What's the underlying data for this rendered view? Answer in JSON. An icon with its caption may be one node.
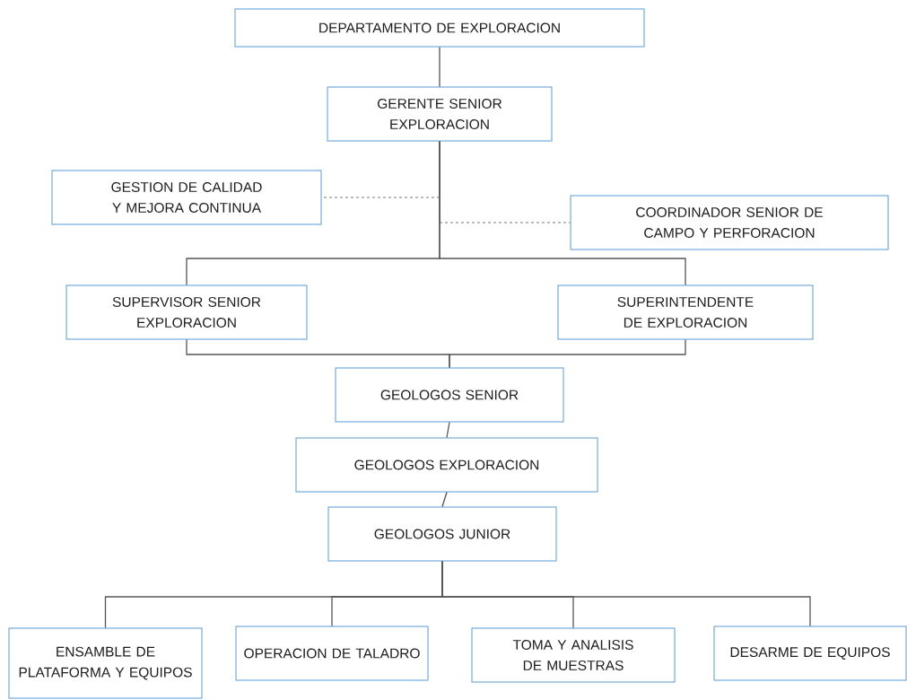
{
  "diagram": {
    "nodes": [
      {
        "text": [
          "DEPARTAMENTO DE EXPLORACION"
        ]
      },
      {
        "text": [
          "GERENTE SENIOR EXPLORACION"
        ]
      },
      {
        "text": [
          "GESTION DE CALIDAD Y MEJORA CONTINUA"
        ]
      },
      {
        "text": [
          "COORDINADOR SENIOR DE CAMPO Y PERFORACION"
        ]
      },
      {
        "text": [
          "SUPERVISOR SENIOR EXPLORACION"
        ]
      },
      {
        "text": [
          "SUPERINTENDENTE DE EXPLORACION"
        ]
      },
      {
        "text": [
          "GEOLOGOS SENIOR"
        ]
      },
      {
        "text": [
          "GEOLOGOS EXPLORACION"
        ]
      },
      {
        "text": [
          "GEOLOGOS JUNIOR"
        ]
      },
      {
        "text": [
          "ENSAMBLE DE PLATAFORMA Y EQUIPOS"
        ]
      },
      {
        "text": [
          "OPERACION DE TALADRO"
        ]
      },
      {
        "text": [
          "TOMA Y ANALISIS DE MUESTRAS"
        ]
      },
      {
        "text": [
          "DESARME DE EQUIPOS"
        ]
      }
    ],
    "edges": [
      {
        "from": 0,
        "to": 1,
        "arrow": "none"
      },
      {
        "from": 1,
        "to": 2,
        "arrow": "none",
        "style": "dashed"
      },
      {
        "from": 1,
        "to": 3,
        "arrow": "none",
        "style": "dashed"
      },
      {
        "from": 1,
        "to": 4,
        "arrow": "none"
      },
      {
        "from": 1,
        "to": 5,
        "arrow": "none"
      },
      {
        "from": 4,
        "to": 6,
        "arrow": "none"
      },
      {
        "from": 5,
        "to": 6,
        "arrow": "none"
      },
      {
        "from": 6,
        "to": 7,
        "arrow": "none"
      },
      {
        "from": 7,
        "to": 8,
        "arrow": "none"
      },
      {
        "from": 8,
        "to": 9,
        "arrow": "none"
      },
      {
        "from": 8,
        "to": 10,
        "arrow": "none"
      },
      {
        "from": 8,
        "to": 11,
        "arrow": "none"
      },
      {
        "from": 8,
        "to": 12,
        "arrow": "none"
      }
    ]
  }
}
